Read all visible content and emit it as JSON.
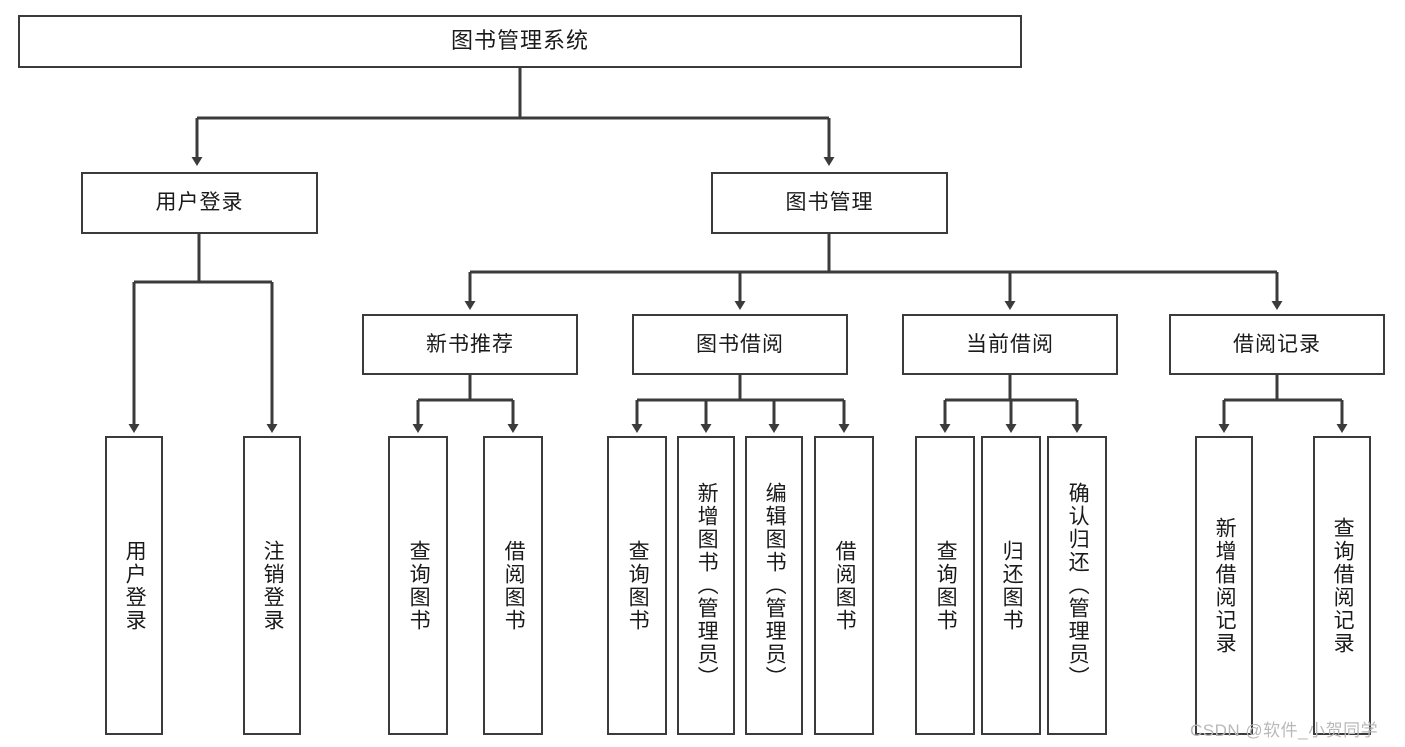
{
  "diagram": {
    "type": "tree-hierarchy",
    "title": "图书管理系统",
    "orientation": "top-down",
    "line_color": "#3b3b3b",
    "box_fill": "#ffffff",
    "text_color": "#1a1a1a"
  },
  "nodes": {
    "root": {
      "label": "图书管理系统"
    },
    "level2": [
      {
        "label": "用户登录"
      },
      {
        "label": "图书管理"
      }
    ],
    "level3": [
      {
        "label": "新书推荐"
      },
      {
        "label": "图书借阅"
      },
      {
        "label": "当前借阅"
      },
      {
        "label": "借阅记录"
      }
    ],
    "leaves_user_login": [
      {
        "label": "用户登录"
      },
      {
        "label": "注销登录"
      }
    ],
    "leaves_new_book": [
      {
        "label": "查询图书"
      },
      {
        "label": "借阅图书"
      }
    ],
    "leaves_borrow": [
      {
        "label": "查询图书"
      },
      {
        "label": "新增图书（管理员）"
      },
      {
        "label": "编辑图书（管理员）"
      },
      {
        "label": "借阅图书"
      }
    ],
    "leaves_current": [
      {
        "label": "查询图书"
      },
      {
        "label": "归还图书"
      },
      {
        "label": "确认归还（管理员）"
      }
    ],
    "leaves_records": [
      {
        "label": "新增借阅记录"
      },
      {
        "label": "查询借阅记录"
      }
    ]
  },
  "watermark": {
    "text": "CSDN @软件_小贺同学",
    "color": "#b9b9b9"
  }
}
